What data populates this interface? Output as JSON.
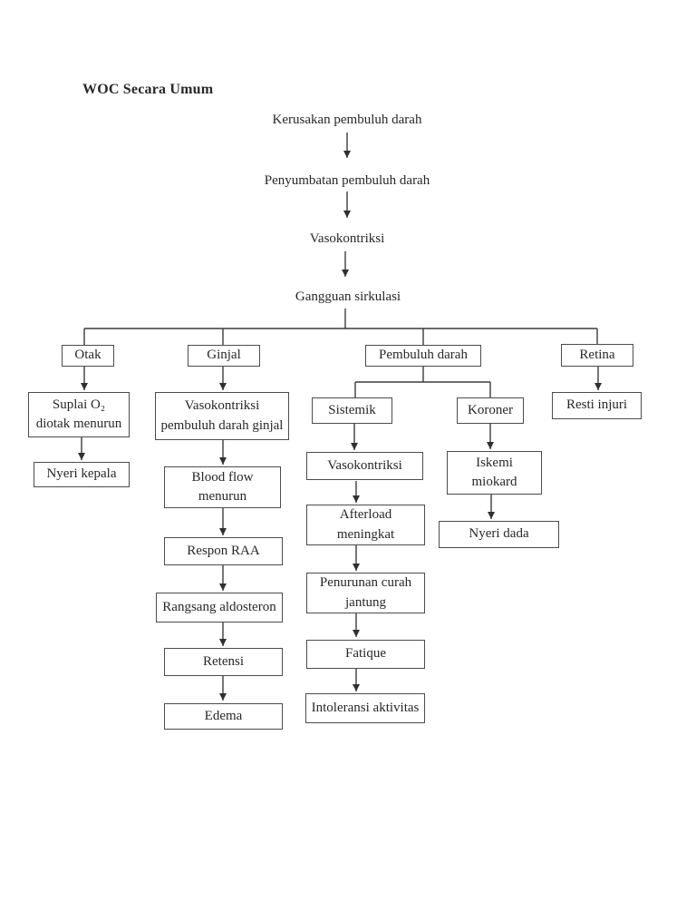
{
  "title": "WOC Secara Umum",
  "colors": {
    "background": "#ffffff",
    "text": "#282828",
    "line": "#3c3c3c",
    "box_border": "#4c4c4c"
  },
  "diagram": {
    "nodes": {
      "kerusakan": {
        "label": "Kerusakan pembuluh darah"
      },
      "penyumbatan": {
        "label": "Penyumbatan pembuluh darah"
      },
      "vasokontriksi": {
        "label": "Vasokontriksi"
      },
      "gangguan_sirkulasi": {
        "label": "Gangguan sirkulasi"
      },
      "otak": {
        "label": "Otak"
      },
      "ginjal": {
        "label": "Ginjal"
      },
      "pembuluh_darah": {
        "label": "Pembuluh darah"
      },
      "retina": {
        "label": "Retina"
      },
      "suplai_o2": {
        "label": "Suplai O₂\ndiotak menurun"
      },
      "nyeri_kepala": {
        "label": "Nyeri kepala"
      },
      "vasokontriksi_ginjal": {
        "label": "Vasokontriksi\npembuluh darah ginjal"
      },
      "blood_flow": {
        "label": "Blood flow\nmenurun"
      },
      "respon_raa": {
        "label": "Respon RAA"
      },
      "rangsang_aldosteron": {
        "label": "Rangsang aldosteron"
      },
      "retensi": {
        "label": "Retensi"
      },
      "edema": {
        "label": "Edema"
      },
      "sistemik": {
        "label": "Sistemik"
      },
      "koroner": {
        "label": "Koroner"
      },
      "vasokontriksi_sistemik": {
        "label": "Vasokontriksi"
      },
      "afterload": {
        "label": "Afterload\nmeningkat"
      },
      "penurunan_curah": {
        "label": "Penurunan curah\njantung"
      },
      "fatique": {
        "label": "Fatique"
      },
      "intoleransi": {
        "label": "Intoleransi aktivitas"
      },
      "iskemi_miokard": {
        "label": "Iskemi\nmiokard"
      },
      "nyeri_dada": {
        "label": "Nyeri dada"
      },
      "resti_injuri": {
        "label": "Resti injuri"
      }
    },
    "edges": [
      {
        "from": "kerusakan",
        "to": "penyumbatan"
      },
      {
        "from": "penyumbatan",
        "to": "vasokontriksi"
      },
      {
        "from": "vasokontriksi",
        "to": "gangguan_sirkulasi"
      },
      {
        "from": "gangguan_sirkulasi",
        "to": "otak"
      },
      {
        "from": "gangguan_sirkulasi",
        "to": "ginjal"
      },
      {
        "from": "gangguan_sirkulasi",
        "to": "pembuluh_darah"
      },
      {
        "from": "gangguan_sirkulasi",
        "to": "retina"
      },
      {
        "from": "otak",
        "to": "suplai_o2"
      },
      {
        "from": "suplai_o2",
        "to": "nyeri_kepala"
      },
      {
        "from": "ginjal",
        "to": "vasokontriksi_ginjal"
      },
      {
        "from": "vasokontriksi_ginjal",
        "to": "blood_flow"
      },
      {
        "from": "blood_flow",
        "to": "respon_raa"
      },
      {
        "from": "respon_raa",
        "to": "rangsang_aldosteron"
      },
      {
        "from": "rangsang_aldosteron",
        "to": "retensi"
      },
      {
        "from": "retensi",
        "to": "edema"
      },
      {
        "from": "pembuluh_darah",
        "to": "sistemik"
      },
      {
        "from": "pembuluh_darah",
        "to": "koroner"
      },
      {
        "from": "sistemik",
        "to": "vasokontriksi_sistemik"
      },
      {
        "from": "vasokontriksi_sistemik",
        "to": "afterload"
      },
      {
        "from": "afterload",
        "to": "penurunan_curah"
      },
      {
        "from": "penurunan_curah",
        "to": "fatique"
      },
      {
        "from": "fatique",
        "to": "intoleransi"
      },
      {
        "from": "koroner",
        "to": "iskemi_miokard"
      },
      {
        "from": "iskemi_miokard",
        "to": "nyeri_dada"
      },
      {
        "from": "retina",
        "to": "resti_injuri"
      }
    ]
  }
}
